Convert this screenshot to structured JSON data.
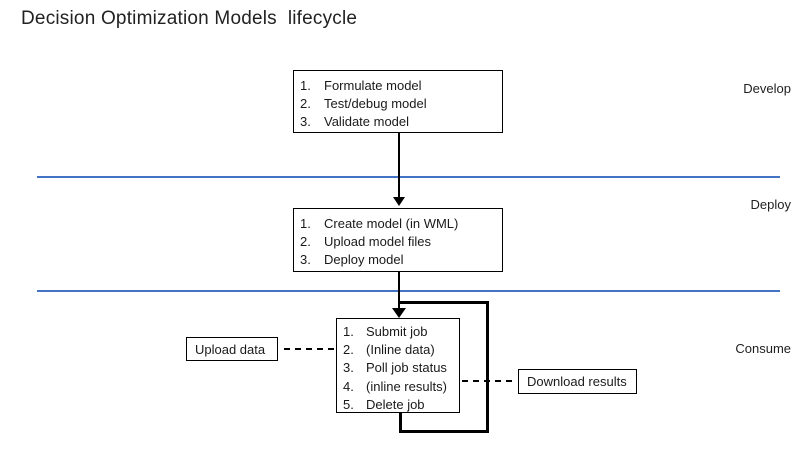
{
  "title": "Decision Optimization Models  lifecycle",
  "phases": [
    {
      "label": "Develop"
    },
    {
      "label": "Deploy"
    },
    {
      "label": "Consume"
    }
  ],
  "boxes": {
    "develop": {
      "items": [
        "Formulate model",
        "Test/debug model",
        "Validate model"
      ]
    },
    "deploy": {
      "items": [
        "Create model (in WML)",
        "Upload model files",
        "Deploy model"
      ]
    },
    "consume": {
      "items": [
        "Submit job",
        "(Inline data)",
        "Poll job status",
        "(inline results)",
        "Delete job"
      ]
    }
  },
  "side_boxes": {
    "upload_label": "Upload data",
    "download_label": "Download results"
  },
  "colors": {
    "divider_blue": "#4472C4",
    "line_black": "#000000",
    "text_color": "#1a1a1a"
  }
}
